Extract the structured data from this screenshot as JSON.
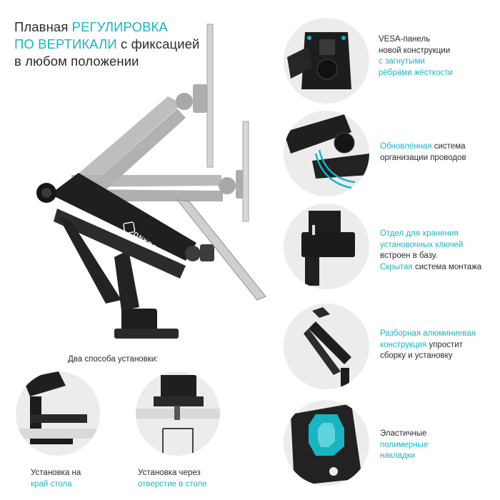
{
  "headline": {
    "line1_plain": "Плавная ",
    "line1_accent": "РЕГУЛИРОВКА",
    "line2_accent": "ПО ВЕРТИКАЛИ",
    "line2_plain": " с фиксацией",
    "line3_plain": "в любом положении"
  },
  "brand": {
    "logo_text": "ONKRON"
  },
  "features": [
    {
      "icon": "vesa-plate-icon",
      "line1": "VESA-панель",
      "line2": "новой конструкции",
      "line3_accent": "с загнутыми",
      "line4_accent": "рёбрами жёсткости"
    },
    {
      "icon": "cable-management-icon",
      "line1_accent": "Обновлённая",
      "line1_plain": " система",
      "line2": "организации проводов"
    },
    {
      "icon": "key-storage-icon",
      "line1_accent": "Отдел для хранения",
      "line2_accent": "установочных ключей",
      "line3": "встроен в базу.",
      "line4_accent": "Скрытая",
      "line4_plain": " система монтажа"
    },
    {
      "icon": "aluminum-arm-icon",
      "line1_accent": "Разборная алюминиевая",
      "line2_accent": "конструкция",
      "line2_plain": " упростит",
      "line3": "сборку и установку"
    },
    {
      "icon": "pad-icon",
      "line1": "Эластичные",
      "line2_accent": "полимерные",
      "line3_accent": "накладки"
    }
  ],
  "mount": {
    "title": "Два способа установки:",
    "options": [
      {
        "icon": "desk-clamp-icon",
        "line1": "Установка на",
        "line2_accent": "край стола"
      },
      {
        "icon": "grommet-icon",
        "line1": "Установка через",
        "line2_accent": "отверстие в столе"
      }
    ]
  },
  "colors": {
    "accent": "#19b4c2",
    "text": "#2b2b2b",
    "arm": "#1e1e1e",
    "ghost_arm": "#b5b5b5",
    "circle_bg": "#ececec"
  }
}
